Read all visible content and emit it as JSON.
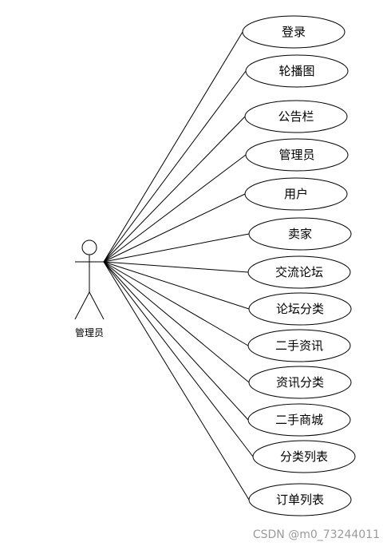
{
  "diagram": {
    "actor": {
      "label": "管理员",
      "icon": "stick-figure-icon"
    },
    "use_cases": [
      {
        "label": "登录"
      },
      {
        "label": "轮播图"
      },
      {
        "label": "公告栏"
      },
      {
        "label": "管理员"
      },
      {
        "label": "用户"
      },
      {
        "label": "卖家"
      },
      {
        "label": "交流论坛"
      },
      {
        "label": "论坛分类"
      },
      {
        "label": "二手资讯"
      },
      {
        "label": "资讯分类"
      },
      {
        "label": "二手商城"
      },
      {
        "label": "分类列表"
      },
      {
        "label": "订单列表"
      }
    ]
  },
  "watermark": {
    "text": "CSDN @m0_73244011"
  }
}
